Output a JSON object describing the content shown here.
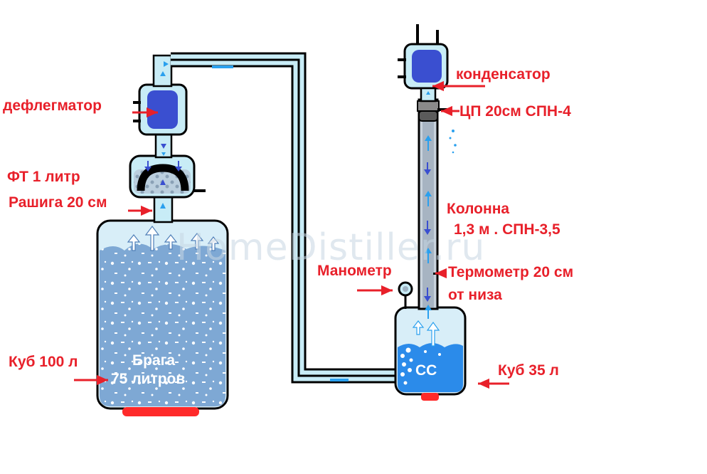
{
  "labels": {
    "deflegmator": "дефлегматор",
    "ft": "ФТ 1 литр",
    "rashiga": "Рашига 20 см",
    "kub100": "Куб 100 л",
    "braga": "Брага",
    "braga_volume": "75 литров",
    "kondensator": "конденсатор",
    "cp": "ЦП  20см СПН-4",
    "kolonna": "Колонна",
    "kolonna_spec": "1,3 м . СПН-3,5",
    "manometr": "Манометр",
    "termometr": "Термометр 20 см",
    "termometr_2": "от низа",
    "ss": "СС",
    "kub35": "Куб 35 л"
  },
  "watermark": "HomeDistiller.ru",
  "colors": {
    "label_red": "#e8202a",
    "pipe_light": "#c8ecf6",
    "liquid_blue": "#5f8fc3",
    "heater_red": "#ff2a2a",
    "coil_blue": "#3a4fd0",
    "arrow_blue": "#2aa0ee"
  }
}
